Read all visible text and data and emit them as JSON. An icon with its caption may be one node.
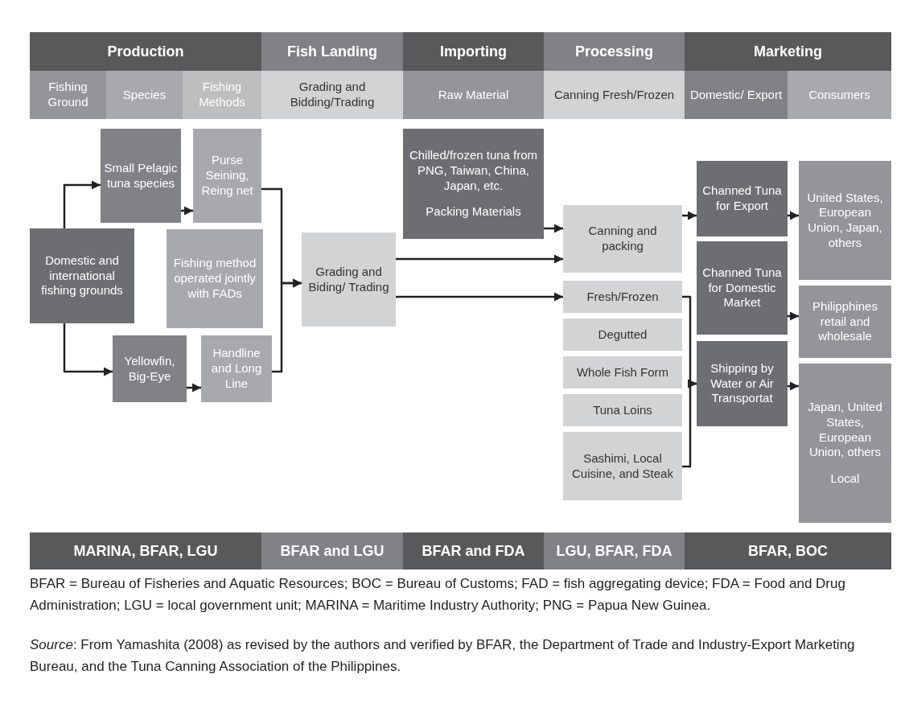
{
  "diagram": {
    "nodes": [
      {
        "text": [
          "Production"
        ]
      },
      {
        "text": [
          "Fish Landing"
        ]
      },
      {
        "text": [
          "Importing"
        ]
      },
      {
        "text": [
          "Processing"
        ]
      },
      {
        "text": [
          "Marketing"
        ]
      },
      {
        "text": [
          "Fishing Ground"
        ]
      },
      {
        "text": [
          "Species"
        ]
      },
      {
        "text": [
          "Fishing Methods"
        ]
      },
      {
        "text": [
          "Grading and Bidding/Trading"
        ]
      },
      {
        "text": [
          "Raw Material"
        ]
      },
      {
        "text": [
          "Canning Fresh/Frozen"
        ]
      },
      {
        "text": [
          "Domestic/ Export"
        ]
      },
      {
        "text": [
          "Consumers"
        ]
      },
      {
        "text": [
          "Small Pelagic tuna species"
        ]
      },
      {
        "text": [
          "Purse Seining, Reing net"
        ]
      },
      {
        "text": [
          "Chilled/frozen tuna from PNG, Taiwan, China, Japan, etc.",
          "Packing Materials"
        ]
      },
      {
        "text": [
          "Channed Tuna for Export"
        ]
      },
      {
        "text": [
          "United States, European Union, Japan, others"
        ]
      },
      {
        "text": [
          "Canning and packing"
        ]
      },
      {
        "text": [
          "Domestic and international fishing grounds"
        ]
      },
      {
        "text": [
          "Fishing method operated jointly with FADs"
        ]
      },
      {
        "text": [
          "Grading and Biding/ Trading"
        ]
      },
      {
        "text": [
          "Channed Tuna for Domestic Market"
        ]
      },
      {
        "text": [
          "Philipphines retail and wholesale"
        ]
      },
      {
        "text": [
          "Fresh/Frozen"
        ]
      },
      {
        "text": [
          "Degutted"
        ]
      },
      {
        "text": [
          "Whole Fish Form"
        ]
      },
      {
        "text": [
          "Tuna Loins"
        ]
      },
      {
        "text": [
          "Yellowfin, Big-Eye"
        ]
      },
      {
        "text": [
          "Handline and Long Line"
        ]
      },
      {
        "text": [
          "Shipping by Water or Air Transportat"
        ]
      },
      {
        "text": [
          "Sashimi, Local Cuisine, and Steak"
        ]
      },
      {
        "text": [
          "Japan, United States, European Union, others",
          "Local"
        ]
      },
      {
        "text": [
          "MARINA, BFAR, LGU"
        ]
      },
      {
        "text": [
          "BFAR and LGU"
        ]
      },
      {
        "text": [
          "BFAR and FDA"
        ]
      },
      {
        "text": [
          "LGU, BFAR, FDA"
        ]
      },
      {
        "text": [
          "BFAR, BOC"
        ]
      }
    ],
    "edges": [
      {
        "from": 19,
        "to": 13,
        "arrow": "to"
      },
      {
        "from": 13,
        "to": 14,
        "arrow": "to"
      },
      {
        "from": 19,
        "to": 28,
        "arrow": "to"
      },
      {
        "from": 28,
        "to": 29,
        "arrow": "to"
      },
      {
        "from": 14,
        "to": 21,
        "arrow": "to"
      },
      {
        "from": 29,
        "to": 21,
        "arrow": "to"
      },
      {
        "from": 15,
        "to": 18,
        "arrow": "to"
      },
      {
        "from": 21,
        "to": 18,
        "arrow": "to"
      },
      {
        "from": 21,
        "to": 24,
        "arrow": "to"
      },
      {
        "from": 18,
        "to": 16,
        "arrow": "to"
      },
      {
        "from": 16,
        "to": 17,
        "arrow": "to"
      },
      {
        "from": 22,
        "to": 23,
        "arrow": "to"
      },
      {
        "from": 24,
        "to": 30,
        "arrow": "to"
      },
      {
        "from": 31,
        "to": 30,
        "arrow": "to"
      },
      {
        "from": 30,
        "to": 32,
        "arrow": "to"
      }
    ],
    "labels": [
      "BFAR = Bureau of Fisheries and Aquatic Resources; BOC = Bureau of Customs; FAD = fish aggregating device; FDA = Food and Drug Administration; LGU = local government unit; MARINA = Maritime Industry Authority; PNG = Papua New Guinea.",
      "*Source*: From Yamashita (2008) as revised by the authors and verified by BFAR, the Department of Trade and Industry-Export Marketing Bureau, and the Tuna Canning Association of the Philippines."
    ]
  }
}
